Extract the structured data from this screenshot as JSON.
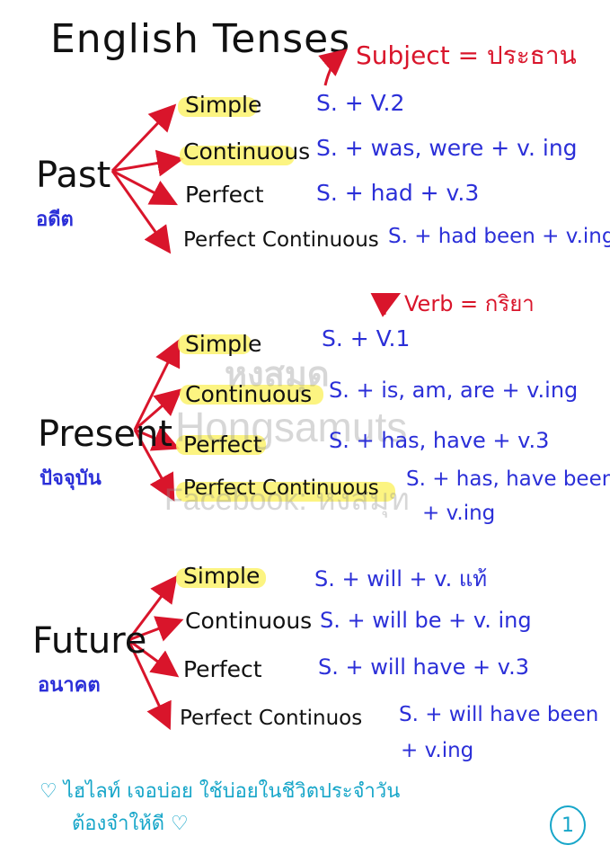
{
  "title": "English Tenses",
  "subject_note": "Subject = ประธาน",
  "verb_note": "Verb = กริยา",
  "groups": [
    {
      "name": "Past",
      "thai": "อดีต",
      "tenses": [
        {
          "label": "Simple",
          "formula": "S. + V.2"
        },
        {
          "label": "Continuous",
          "formula": "S. + was, were + v. ing"
        },
        {
          "label": "Perfect",
          "formula": "S. + had + v.3"
        },
        {
          "label": "Perfect Continuous",
          "formula": "S. + had been + v.ing"
        }
      ]
    },
    {
      "name": "Present",
      "thai": "ปัจจุบัน",
      "tenses": [
        {
          "label": "Simple",
          "formula": "S. + V.1"
        },
        {
          "label": "Continuous",
          "formula": "S. + is, am, are + v.ing"
        },
        {
          "label": "Perfect",
          "formula": "S. + has, have + v.3"
        },
        {
          "label": "Perfect Continuous",
          "formula": "S. + has, have been",
          "formula2": "+ v.ing"
        }
      ]
    },
    {
      "name": "Future",
      "thai": "อนาคต",
      "tenses": [
        {
          "label": "Simple",
          "formula": "S. + will + v. แท้"
        },
        {
          "label": "Continuous",
          "formula": "S. + will be + v. ing"
        },
        {
          "label": "Perfect",
          "formula": "S. + will have + v.3"
        },
        {
          "label": "Perfect Continuos",
          "formula": "S. + will have been",
          "formula2": "+ v.ing"
        }
      ]
    }
  ],
  "watermark": {
    "line1": "หงสมุด",
    "line2": "Hongsamuts",
    "line3": "Facebook: หงสมุท"
  },
  "footer": {
    "line1": "♡ ไฮไลท์ เจอบ่อย ใช้บ่อยในชีวิตประจำวัน",
    "line2": "ต้องจำให้ดี ♡"
  },
  "page_number": "1",
  "colors": {
    "arrow": "#d9152b",
    "formula": "#2b2fd8",
    "highlight": "#fbf26b",
    "footer": "#17a6c9"
  }
}
